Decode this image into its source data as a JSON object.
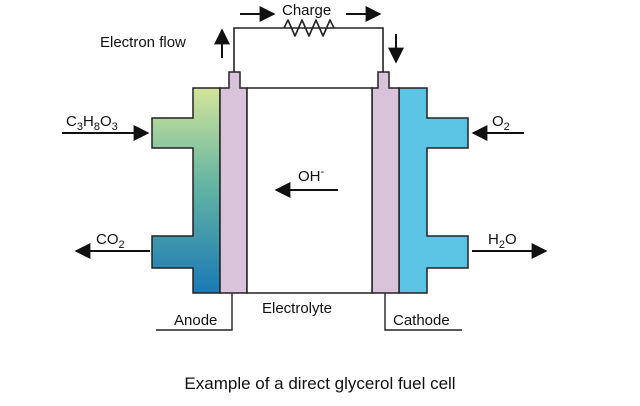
{
  "diagram": {
    "charge_label": "Charge",
    "electron_flow_label": "Electron flow",
    "anode_label": "Anode",
    "cathode_label": "Cathode",
    "electrolyte_label": "Electrolyte",
    "ion_label": {
      "base": "OH",
      "sup": "-"
    },
    "inputs_left": {
      "base": "C3H8O3",
      "parts": [
        [
          "C",
          ""
        ],
        [
          "3",
          "sub"
        ],
        [
          "H",
          ""
        ],
        [
          "8",
          "sub"
        ],
        [
          "O",
          ""
        ],
        [
          "3",
          "sub"
        ]
      ]
    },
    "outputs_left": {
      "parts": [
        [
          "CO",
          ""
        ],
        [
          "2",
          "sub"
        ]
      ]
    },
    "inputs_right": {
      "parts": [
        [
          "O",
          ""
        ],
        [
          "2",
          "sub"
        ]
      ]
    },
    "outputs_right": {
      "parts": [
        [
          "H",
          ""
        ],
        [
          "2",
          "sub"
        ],
        [
          "O",
          ""
        ]
      ]
    },
    "caption": "Example of a direct glycerol fuel cell"
  },
  "colors": {
    "anode_top": "#d4e49a",
    "anode_bottom": "#1a79b6",
    "cathode": "#5bc3e4",
    "membrane": "#d9c3da",
    "outline": "#222222"
  },
  "icons": [
    "resistor-icon",
    "arrow-right-icon",
    "arrow-left-icon",
    "arrow-up-icon",
    "arrow-down-icon"
  ]
}
